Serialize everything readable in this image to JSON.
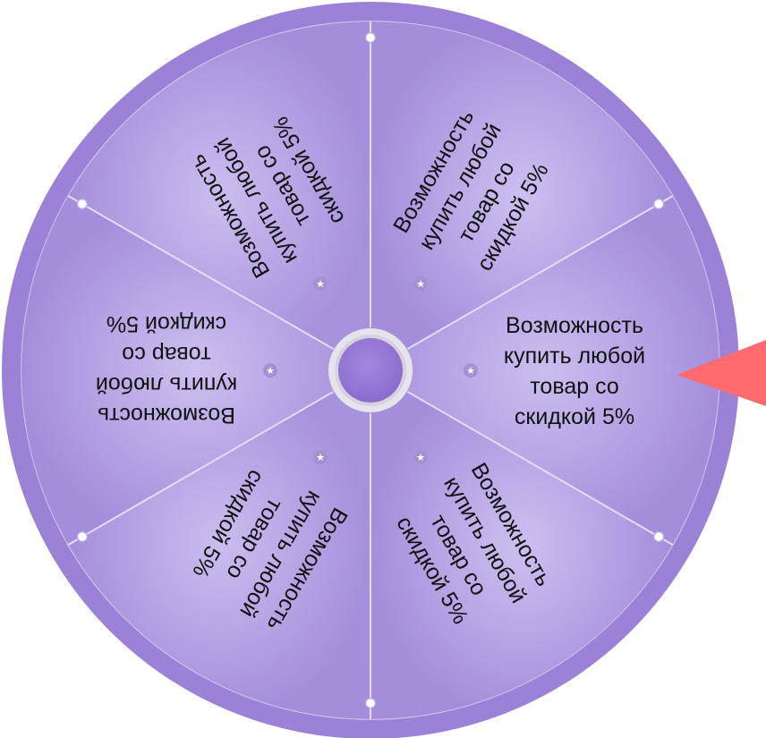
{
  "wheel": {
    "sectors": [
      {
        "label_lines": [
          "Возможность",
          "купить любой",
          "товар со",
          "скидкой 5%"
        ],
        "star_icon": "star-icon"
      },
      {
        "label_lines": [
          "Возможность",
          "купить любой",
          "товар со",
          "скидкой 5%"
        ],
        "star_icon": "star-icon"
      },
      {
        "label_lines": [
          "Возможность",
          "купить любой",
          "товар со",
          "скидкой 5%"
        ],
        "star_icon": "star-icon"
      },
      {
        "label_lines": [
          "Возможность",
          "купить любой",
          "товар со",
          "скидкой 5%"
        ],
        "star_icon": "star-icon"
      },
      {
        "label_lines": [
          "Возможность",
          "купить любой",
          "товар со",
          "скидкой 5%"
        ],
        "star_icon": "star-icon"
      },
      {
        "label_lines": [
          "Возможность",
          "купить любой",
          "товар со",
          "скидкой 5%"
        ],
        "star_icon": "star-icon"
      }
    ],
    "pointer_icon": "pointer-arrow-icon",
    "hub_icon": "spin-hub-button",
    "colors": {
      "rim": "#9b82d6",
      "sector_fill": "#b29fe0",
      "sector_fill_light": "#c9bced",
      "divider": "#e4dcf7",
      "hub": "#9475d4",
      "hub_ring": "#e9e5ef",
      "pointer": "#ff6b6f",
      "star": "#a591d2"
    }
  }
}
